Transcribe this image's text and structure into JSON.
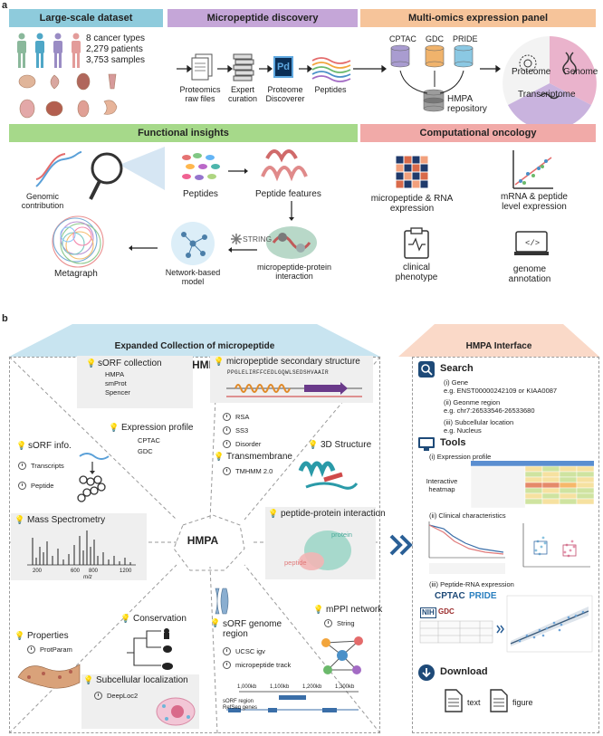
{
  "panel_a": {
    "letter": "a",
    "banners": {
      "dataset": "Large-scale dataset",
      "discovery": "Micropeptide discovery",
      "multiomics": "Multi-omics expression panel",
      "functional": "Functional insights",
      "computational": "Computational oncology"
    },
    "dataset_stats": [
      "8 cancer types",
      "2,279 patients",
      "3,753 samples"
    ],
    "pipeline": [
      "Proteomics\nraw files",
      "Expert\ncuration",
      "Proteome\nDiscoverer",
      "Peptides"
    ],
    "pd_logo": "Pd",
    "sources": [
      "CPTAC",
      "GDC",
      "PRIDE"
    ],
    "repository": "HMPA\nrepository",
    "omics": [
      "Proteome",
      "Genome",
      "Transcriptome"
    ],
    "functional_labels": {
      "genomic": "Genomic\ncontribution",
      "peptides": "Peptides",
      "features": "Peptide features",
      "string": "STRING",
      "network": "Network-based\nmodel",
      "interaction": "micropeptide-protein\ninteraction",
      "metagraph": "Metagraph"
    },
    "computational_labels": {
      "expr": "micropeptide & RNA\nexpression",
      "mrna": "mRNA & peptide\nlevel expression",
      "clinical": "clinical\nphenotype",
      "genome": "genome\nannotation"
    }
  },
  "panel_b": {
    "letter": "b",
    "left_title": "Expanded Collection of micropeptide",
    "right_title": "HMPA Interface",
    "center": "HMPA",
    "sorf_collection": {
      "title": "sORF collection",
      "items": [
        "HMPA",
        "smProt",
        "Spencer"
      ]
    },
    "expression_profile": {
      "title": "Expression profile",
      "items": [
        "CPTAC",
        "GDC"
      ]
    },
    "sorf_info": {
      "title": "sORF info.",
      "items": [
        "Transcripts",
        "Peptide"
      ]
    },
    "mass_spec": {
      "title": "Mass Spectrometry",
      "ticks": [
        "200",
        "600",
        "800",
        "1200"
      ],
      "xlabel": "m/z"
    },
    "properties": {
      "title": "Properties",
      "items": [
        "ProtParam"
      ]
    },
    "conservation": {
      "title": "Conservation"
    },
    "subcellular": {
      "title": "Subcellular localization",
      "items": [
        "DeepLoc2"
      ]
    },
    "secondary": {
      "title": "micropeptide secondary structure",
      "sequence": "PPGLELIRFFCEDLGQWLSEDSHVAAIR",
      "items": [
        "RSA",
        "SS3",
        "Disorder"
      ]
    },
    "transmembrane": {
      "title": "Transmembrane",
      "items": [
        "TMHMM 2.0"
      ]
    },
    "structure3d": {
      "title": "3D Structure"
    },
    "ppi": {
      "title": "peptide-protein interaction",
      "protein": "protein",
      "peptide": "peptide"
    },
    "mppi": {
      "title": "mPPI network",
      "items": [
        "String"
      ]
    },
    "genome_region": {
      "title": "sORF genome\nregion",
      "items": [
        "UCSC igv",
        "micropeptide track"
      ],
      "ticks": [
        "1,000kb",
        "1,100kb",
        "1,200kb",
        "1,300kb"
      ],
      "tracks": [
        "sORF region",
        "RefSeq genes"
      ]
    },
    "interface": {
      "search": "Search",
      "search_items": [
        "(i) Gene\ne.g. ENST00000242109 or KIAA0087",
        "(ii) Geonme region\ne.g. chr7:26533546-26533680",
        "(iii) Subcellular location\ne.g. Nucleus"
      ],
      "tools": "Tools",
      "expr_profile": "(i) Expression profile",
      "heatmap": "Interactive\nheatmap",
      "clinical": "(ii) Clinical characteristics",
      "pep_rna": "(iii) Peptide-RNA expression",
      "cptac": "CPTAC",
      "pride": "PRIDE",
      "nih": "NIH",
      "gdc": "GDC",
      "download": "Download",
      "text": "text",
      "figure": "figure"
    }
  },
  "colors": {
    "banner_blue": "#8ecbdc",
    "banner_purple": "#c5a6d8",
    "banner_orange": "#f6c49a",
    "banner_green": "#a6d98a",
    "banner_pink": "#f1aaa8",
    "left_header": "#c8e4f0",
    "right_header": "#fad9c8",
    "chevron": "#2a5f96"
  }
}
